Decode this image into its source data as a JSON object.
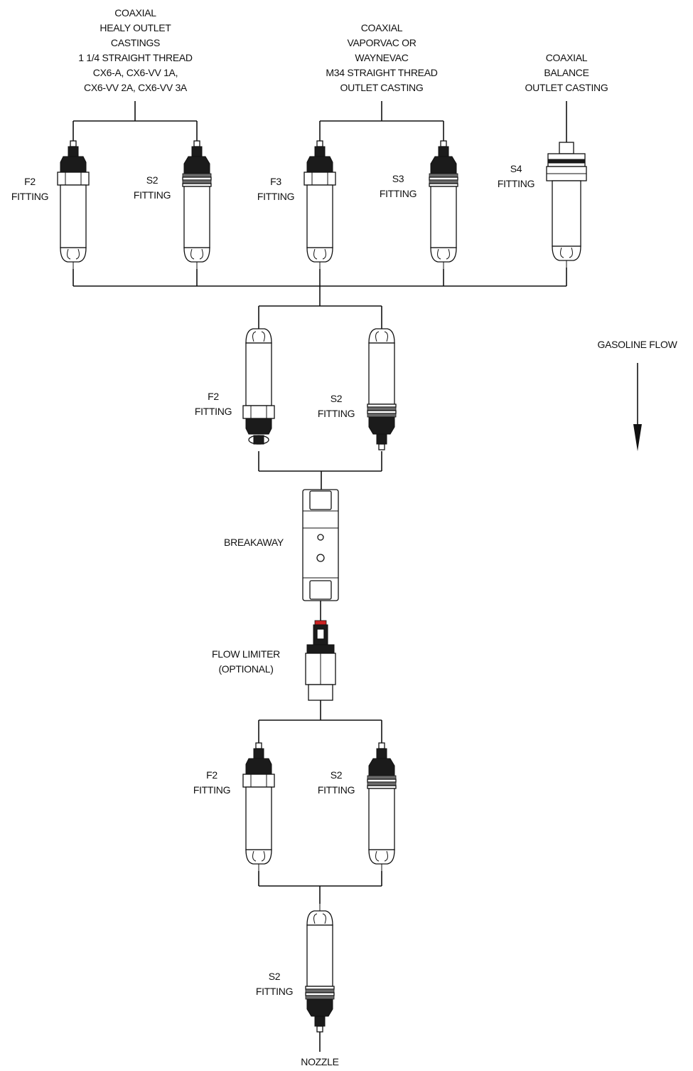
{
  "labels": {
    "healy_outlet": [
      "COAXIAL",
      "HEALY OUTLET",
      "CASTINGS",
      "1 1/4 STRAIGHT THREAD",
      "CX6-A, CX6-VV 1A,",
      "CX6-VV 2A, CX6-VV 3A"
    ],
    "vaporvac_outlet": [
      "COAXIAL",
      "VAPORVAC OR",
      "WAYNEVAC",
      "M34 STRAIGHT THREAD",
      "OUTLET CASTING"
    ],
    "balance_outlet": [
      "COAXIAL",
      "BALANCE",
      "OUTLET CASTING"
    ],
    "top_f2": [
      "F2",
      "FITTING"
    ],
    "top_s2": [
      "S2",
      "FITTING"
    ],
    "top_f3": [
      "F3",
      "FITTING"
    ],
    "top_s3": [
      "S3",
      "FITTING"
    ],
    "top_s4": [
      "S4",
      "FITTING"
    ],
    "mid_f2": [
      "F2",
      "FITTING"
    ],
    "mid_s2": [
      "S2",
      "FITTING"
    ],
    "breakaway": "BREAKAWAY",
    "flow_limiter": [
      "FLOW LIMITER",
      "(OPTIONAL)"
    ],
    "low_f2": [
      "F2",
      "FITTING"
    ],
    "low_s2": [
      "S2",
      "FITTING"
    ],
    "bottom_s2": [
      "S2",
      "FITTING"
    ],
    "nozzle": "NOZZLE",
    "gasoline_flow": "GASOLINE FLOW"
  },
  "colors": {
    "line": "#111111",
    "accent": "#cc2222"
  }
}
